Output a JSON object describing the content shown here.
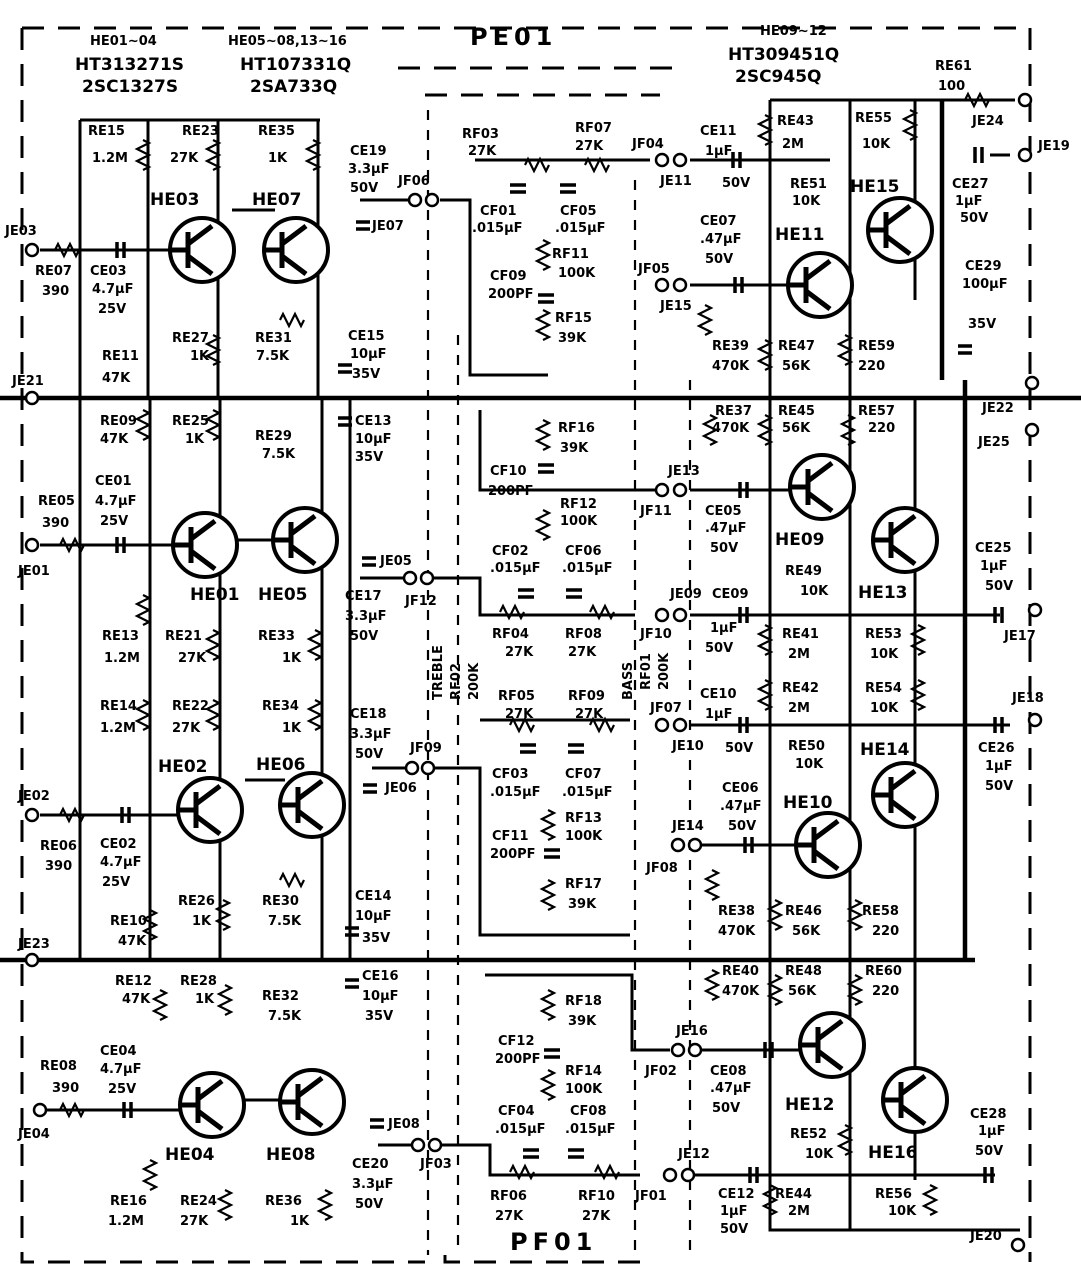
{
  "title_pe": "PE01",
  "title_pf": "PF01",
  "legend": {
    "l1a": "HE01∼04",
    "l1b": "HT313271S",
    "l1c": "2SC1327S",
    "l2a": "HE05∼08,13∼16",
    "l2b": "HT107331Q",
    "l2c": "2SA733Q",
    "l3a": "HE09∼12",
    "l3b": "HT309451Q",
    "l3c": "2SC945Q"
  },
  "transistors": {
    "he01": "HE01",
    "he02": "HE02",
    "he03": "HE03",
    "he04": "HE04",
    "he05": "HE05",
    "he06": "HE06",
    "he07": "HE07",
    "he08": "HE08",
    "he09": "HE09",
    "he10": "HE10",
    "he11": "HE11",
    "he12": "HE12",
    "he13": "HE13",
    "he14": "HE14",
    "he15": "HE15",
    "he16": "HE16"
  },
  "jacks": {
    "je01": "JE01",
    "je02": "JE02",
    "je03": "JE03",
    "je04": "JE04",
    "je05": "JE05",
    "je06": "JE06",
    "je07": "JE07",
    "je08": "JE08",
    "je09": "JE09",
    "je10": "JE10",
    "je11": "JE11",
    "je12": "JE12",
    "je13": "JE13",
    "je14": "JE14",
    "je15": "JE15",
    "je16": "JE16",
    "je17": "JE17",
    "je18": "JE18",
    "je19": "JE19",
    "je20": "JE20",
    "je21": "JE21",
    "je22": "JE22",
    "je23": "JE23",
    "je24": "JE24",
    "je25": "JE25",
    "jf01": "JF01",
    "jf02": "JF02",
    "jf03": "JF03",
    "jf04": "JF04",
    "jf05": "JF05",
    "jf06": "JF06",
    "jf07": "JF07",
    "jf08": "JF08",
    "jf09": "JF09",
    "jf10": "JF10",
    "jf11": "JF11",
    "jf12": "JF12"
  },
  "pots": {
    "treble": "TREBLE",
    "rf02": "RF02",
    "rf02v": "200K",
    "bass": "BASS",
    "rf01": "RF01",
    "rf01v": "200K"
  },
  "components": [
    {
      "ref": "RE15",
      "val": "1.2M"
    },
    {
      "ref": "RE23",
      "val": "27K"
    },
    {
      "ref": "RE35",
      "val": "1K"
    },
    {
      "ref": "CE19",
      "val": "3.3μF",
      "v": "50V"
    },
    {
      "ref": "RE07",
      "val": "390"
    },
    {
      "ref": "CE03",
      "val": "4.7μF",
      "v": "25V"
    },
    {
      "ref": "RE27",
      "val": "1K"
    },
    {
      "ref": "RE31",
      "val": "7.5K"
    },
    {
      "ref": "CE15",
      "val": "10μF",
      "v": "35V"
    },
    {
      "ref": "RE11",
      "val": "47K"
    },
    {
      "ref": "RE09",
      "val": "47K"
    },
    {
      "ref": "RE25",
      "val": "1K"
    },
    {
      "ref": "RE29",
      "val": "7.5K"
    },
    {
      "ref": "CE13",
      "val": "10μF",
      "v": "35V"
    },
    {
      "ref": "RE05",
      "val": "390"
    },
    {
      "ref": "CE01",
      "val": "4.7μF",
      "v": "25V"
    },
    {
      "ref": "CE17",
      "val": "3.3μF",
      "v": "50V"
    },
    {
      "ref": "RE13",
      "val": "1.2M"
    },
    {
      "ref": "RE21",
      "val": "27K"
    },
    {
      "ref": "RE33",
      "val": "1K"
    },
    {
      "ref": "RE14",
      "val": "1.2M"
    },
    {
      "ref": "RE22",
      "val": "27K"
    },
    {
      "ref": "RE34",
      "val": "1K"
    },
    {
      "ref": "CE18",
      "val": "3.3μF",
      "v": "50V"
    },
    {
      "ref": "RE06",
      "val": "390"
    },
    {
      "ref": "CE02",
      "val": "4.7μF",
      "v": "25V"
    },
    {
      "ref": "RE10",
      "val": "47K"
    },
    {
      "ref": "RE26",
      "val": "1K"
    },
    {
      "ref": "RE30",
      "val": "7.5K"
    },
    {
      "ref": "CE14",
      "val": "10μF",
      "v": "35V"
    },
    {
      "ref": "RE12",
      "val": "47K"
    },
    {
      "ref": "RE28",
      "val": "1K"
    },
    {
      "ref": "RE32",
      "val": "7.5K"
    },
    {
      "ref": "CE16",
      "val": "10μF",
      "v": "35V"
    },
    {
      "ref": "RE08",
      "val": "390"
    },
    {
      "ref": "CE04",
      "val": "4.7μF",
      "v": "25V"
    },
    {
      "ref": "RE16",
      "val": "1.2M"
    },
    {
      "ref": "RE24",
      "val": "27K"
    },
    {
      "ref": "RE36",
      "val": "1K"
    },
    {
      "ref": "CE20",
      "val": "3.3μF",
      "v": "50V"
    },
    {
      "ref": "RF03",
      "val": "27K"
    },
    {
      "ref": "RF07",
      "val": "27K"
    },
    {
      "ref": "CF01",
      "val": ".015μF"
    },
    {
      "ref": "CF05",
      "val": ".015μF"
    },
    {
      "ref": "RF11",
      "val": "100K"
    },
    {
      "ref": "CF09",
      "val": "200PF"
    },
    {
      "ref": "RF15",
      "val": "39K"
    },
    {
      "ref": "RF16",
      "val": "39K"
    },
    {
      "ref": "CF10",
      "val": "200PF"
    },
    {
      "ref": "RF12",
      "val": "100K"
    },
    {
      "ref": "CF02",
      "val": ".015μF"
    },
    {
      "ref": "CF06",
      "val": ".015μF"
    },
    {
      "ref": "RF04",
      "val": "27K"
    },
    {
      "ref": "RF08",
      "val": "27K"
    },
    {
      "ref": "RF05",
      "val": "27K"
    },
    {
      "ref": "RF09",
      "val": "27K"
    },
    {
      "ref": "CF03",
      "val": ".015μF"
    },
    {
      "ref": "CF07",
      "val": ".015μF"
    },
    {
      "ref": "RF13",
      "val": "100K"
    },
    {
      "ref": "CF11",
      "val": "200PF"
    },
    {
      "ref": "RF17",
      "val": "39K"
    },
    {
      "ref": "RF18",
      "val": "39K"
    },
    {
      "ref": "CF12",
      "val": "200PF"
    },
    {
      "ref": "RF14",
      "val": "100K"
    },
    {
      "ref": "CF04",
      "val": ".015μF"
    },
    {
      "ref": "CF08",
      "val": ".015μF"
    },
    {
      "ref": "RF06",
      "val": "27K"
    },
    {
      "ref": "RF10",
      "val": "27K"
    },
    {
      "ref": "CE11",
      "val": "1μF",
      "v": "50V"
    },
    {
      "ref": "RE43",
      "val": "2M"
    },
    {
      "ref": "RE55",
      "val": "10K"
    },
    {
      "ref": "RE61",
      "val": "100"
    },
    {
      "ref": "CE27",
      "val": "1μF",
      "v": "50V"
    },
    {
      "ref": "RE51",
      "val": "10K"
    },
    {
      "ref": "CE07",
      "val": ".47μF",
      "v": "50V"
    },
    {
      "ref": "CE29",
      "val": "100μF",
      "v": "35V"
    },
    {
      "ref": "RE39",
      "val": "470K"
    },
    {
      "ref": "RE47",
      "val": "56K"
    },
    {
      "ref": "RE59",
      "val": "220"
    },
    {
      "ref": "RE37",
      "val": "470K"
    },
    {
      "ref": "RE45",
      "val": "56K"
    },
    {
      "ref": "RE57",
      "val": "220"
    },
    {
      "ref": "CE05",
      "val": ".47μF",
      "v": "50V"
    },
    {
      "ref": "RE49",
      "val": "10K"
    },
    {
      "ref": "CE25",
      "val": "1μF",
      "v": "50V"
    },
    {
      "ref": "CE09",
      "val": "1μF",
      "v": "50V"
    },
    {
      "ref": "RE41",
      "val": "2M"
    },
    {
      "ref": "RE53",
      "val": "10K"
    },
    {
      "ref": "CE10",
      "val": "1μF",
      "v": "50V"
    },
    {
      "ref": "RE42",
      "val": "2M"
    },
    {
      "ref": "RE54",
      "val": "10K"
    },
    {
      "ref": "CE26",
      "val": "1μF",
      "v": "50V"
    },
    {
      "ref": "RE50",
      "val": "10K"
    },
    {
      "ref": "CE06",
      "val": ".47μF",
      "v": "50V"
    },
    {
      "ref": "RE38",
      "val": "470K"
    },
    {
      "ref": "RE46",
      "val": "56K"
    },
    {
      "ref": "RE58",
      "val": "220"
    },
    {
      "ref": "RE40",
      "val": "470K"
    },
    {
      "ref": "RE48",
      "val": "56K"
    },
    {
      "ref": "RE60",
      "val": "220"
    },
    {
      "ref": "CE08",
      "val": ".47μF",
      "v": "50V"
    },
    {
      "ref": "RE52",
      "val": "10K"
    },
    {
      "ref": "CE28",
      "val": "1μF",
      "v": "50V"
    },
    {
      "ref": "CE12",
      "val": "1μF",
      "v": "50V"
    },
    {
      "ref": "RE44",
      "val": "2M"
    },
    {
      "ref": "RE56",
      "val": "10K"
    }
  ]
}
